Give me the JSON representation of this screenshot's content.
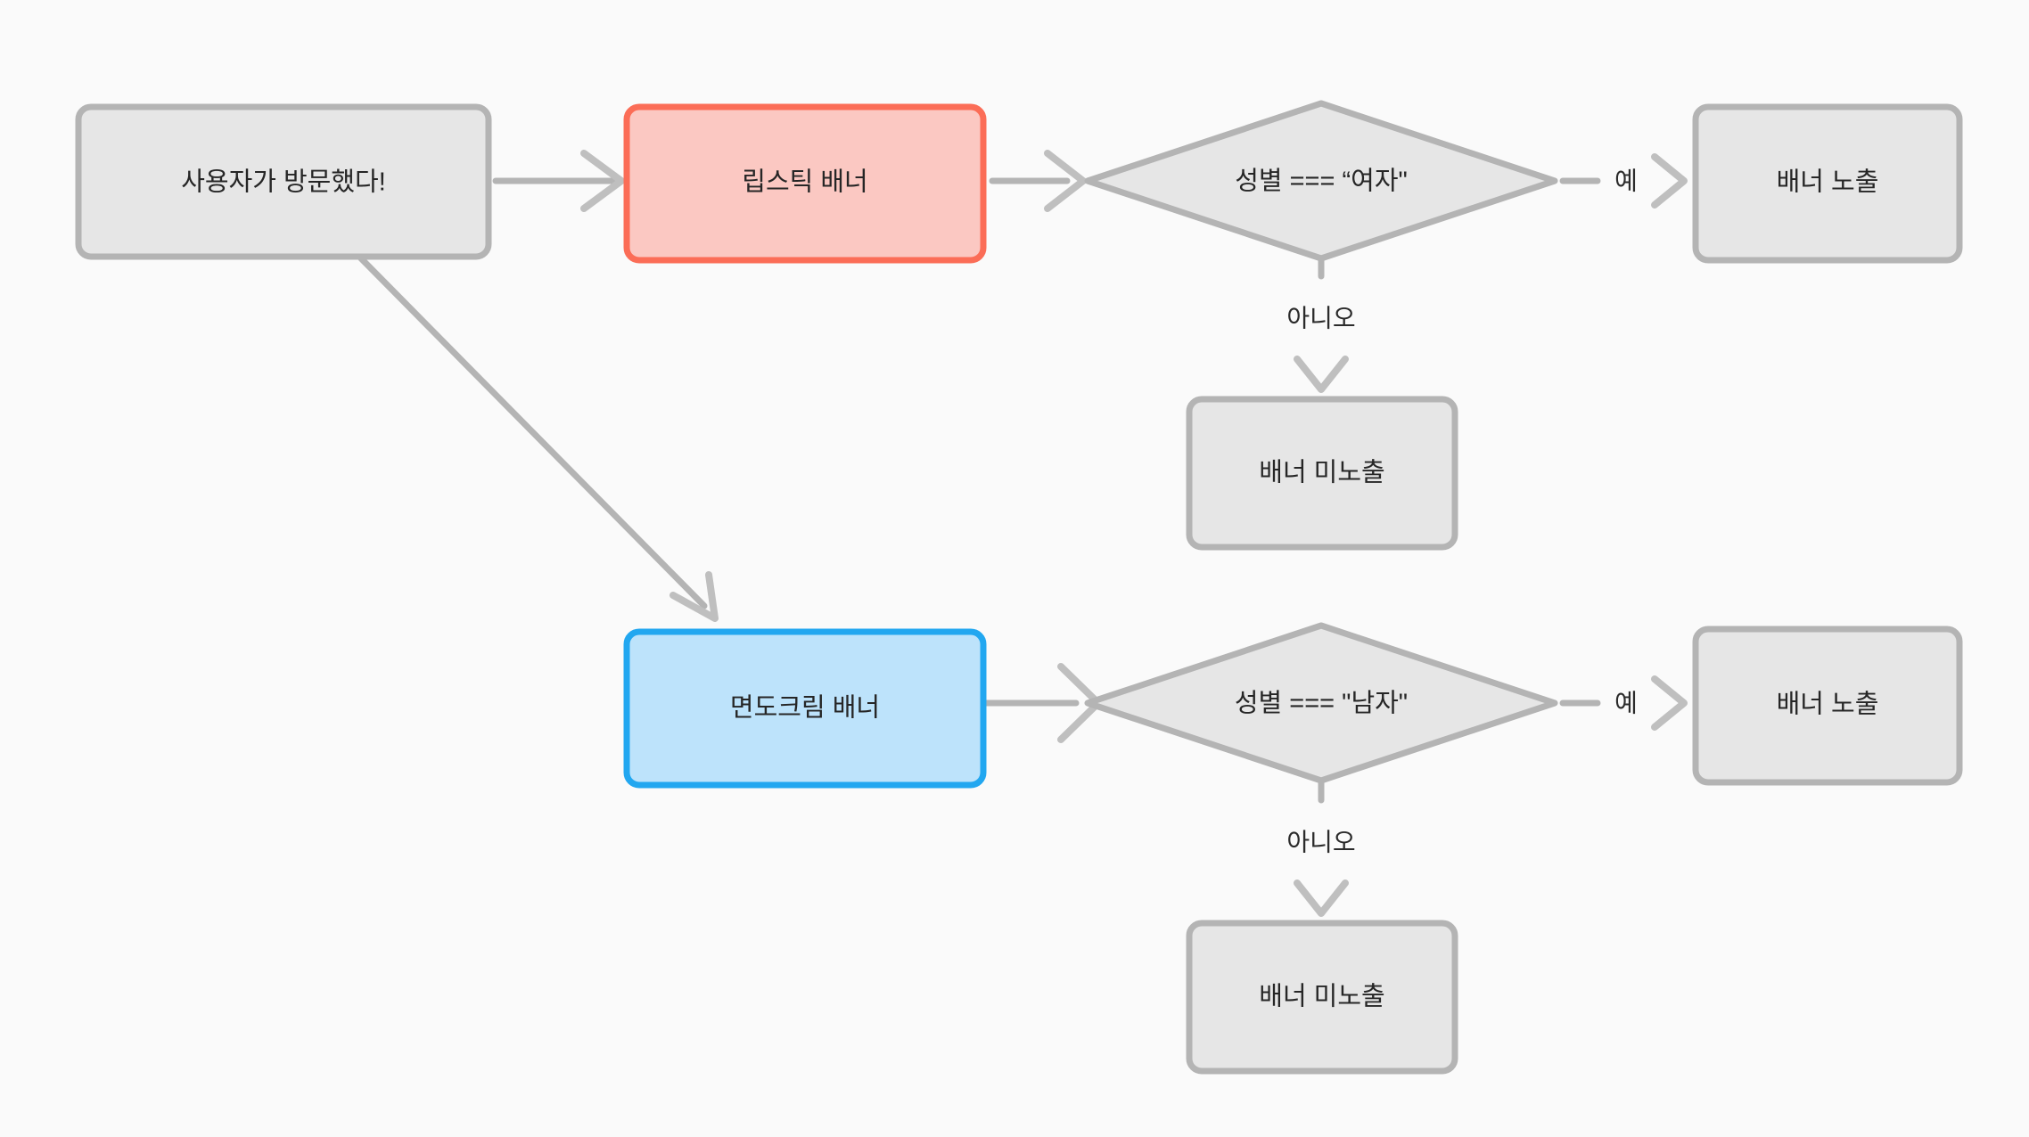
{
  "diagram": {
    "type": "flowchart",
    "title": "",
    "background_color": "#fafafa",
    "palette": {
      "node_fill": "#e6e6e6",
      "node_border": "#b4b4b4",
      "red_fill": "#fbc8c2",
      "red_border": "#fb6d57",
      "blue_fill": "#bde3fb",
      "blue_border": "#22a7f0",
      "edge_color": "#b4b4b4",
      "text_color": "#262626"
    },
    "nodes": {
      "start": {
        "label": "사용자가 방문했다!",
        "shape": "rounded-rect",
        "variant": "neutral"
      },
      "lipstick_banner": {
        "label": "립스틱 배너",
        "shape": "rounded-rect",
        "variant": "red"
      },
      "shaving_banner": {
        "label": "면도크림 배너",
        "shape": "rounded-rect",
        "variant": "blue"
      },
      "condition_female": {
        "label": "성별 === “여자\"",
        "shape": "diamond",
        "variant": "neutral"
      },
      "condition_male": {
        "label": "성별 === \"남자\"",
        "shape": "diamond",
        "variant": "neutral"
      },
      "show_banner_top": {
        "label": "배너 노출",
        "shape": "rounded-rect",
        "variant": "neutral"
      },
      "hide_banner_top": {
        "label": "배너 미노출",
        "shape": "rounded-rect",
        "variant": "neutral"
      },
      "show_banner_bottom": {
        "label": "배너 노출",
        "shape": "rounded-rect",
        "variant": "neutral"
      },
      "hide_banner_bottom": {
        "label": "배너 미노출",
        "shape": "rounded-rect",
        "variant": "neutral"
      }
    },
    "edges": [
      {
        "from": "start",
        "to": "lipstick_banner",
        "label": ""
      },
      {
        "from": "start",
        "to": "shaving_banner",
        "label": ""
      },
      {
        "from": "lipstick_banner",
        "to": "condition_female",
        "label": ""
      },
      {
        "from": "condition_female",
        "to": "show_banner_top",
        "label": "예"
      },
      {
        "from": "condition_female",
        "to": "hide_banner_top",
        "label": "아니오"
      },
      {
        "from": "shaving_banner",
        "to": "condition_male",
        "label": ""
      },
      {
        "from": "condition_male",
        "to": "show_banner_bottom",
        "label": "예"
      },
      {
        "from": "condition_male",
        "to": "hide_banner_bottom",
        "label": "아니오"
      }
    ],
    "edge_labels": {
      "yes_top": "예",
      "no_top": "아니오",
      "yes_bottom": "예",
      "no_bottom": "아니오"
    }
  }
}
